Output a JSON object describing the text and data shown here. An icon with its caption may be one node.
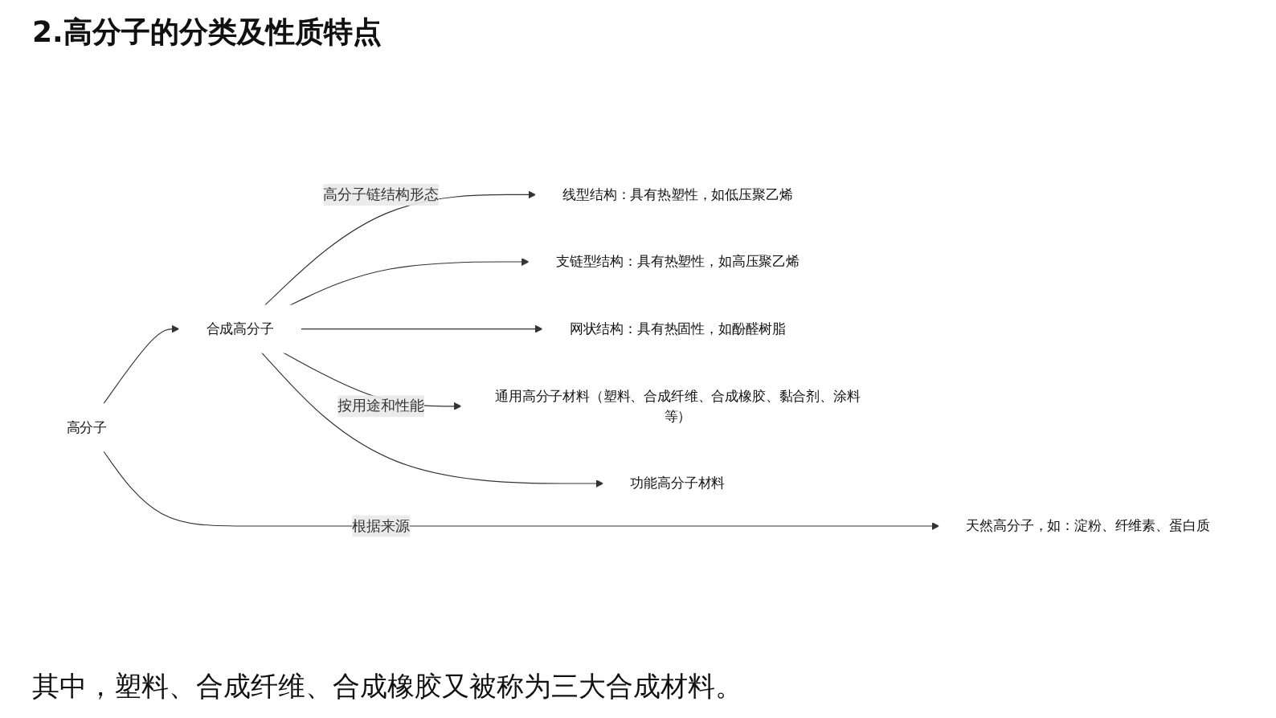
{
  "diagram": {
    "title": "2.高分子的分类及性质特点",
    "nodes": [
      {
        "text": [
          "高分子"
        ]
      },
      {
        "text": [
          "天然高分子，如：淀粉、纤维素、蛋白质"
        ]
      },
      {
        "text": [
          "合成高分子"
        ]
      },
      {
        "text": [
          "线型结构：具有热塑性，如低压聚乙烯"
        ]
      },
      {
        "text": [
          "支链型结构：具有热塑性，如高压聚乙烯"
        ]
      },
      {
        "text": [
          "网状结构：具有热固性，如酚醛树脂"
        ]
      },
      {
        "text": [
          "通用高分子材料（塑料、合成纤维、合成橡胶、黏合剂、涂料等）"
        ]
      },
      {
        "text": [
          "功能高分子材料"
        ]
      }
    ],
    "edges": [
      {
        "from": 0,
        "to": 1,
        "arrow": "to",
        "label": "根据来源"
      },
      {
        "from": 0,
        "to": 2,
        "arrow": "to"
      },
      {
        "from": 2,
        "to": 3,
        "arrow": "to",
        "label": "高分子链结构形态"
      },
      {
        "from": 2,
        "to": 4,
        "arrow": "to"
      },
      {
        "from": 2,
        "to": 5,
        "arrow": "to"
      },
      {
        "from": 2,
        "to": 6,
        "arrow": "to",
        "label": "按用途和性能"
      },
      {
        "from": 2,
        "to": 7,
        "arrow": "to"
      }
    ],
    "labels": [
      "其中，塑料、合成纤维、合成橡胶又被称为三大合成材料。"
    ]
  }
}
